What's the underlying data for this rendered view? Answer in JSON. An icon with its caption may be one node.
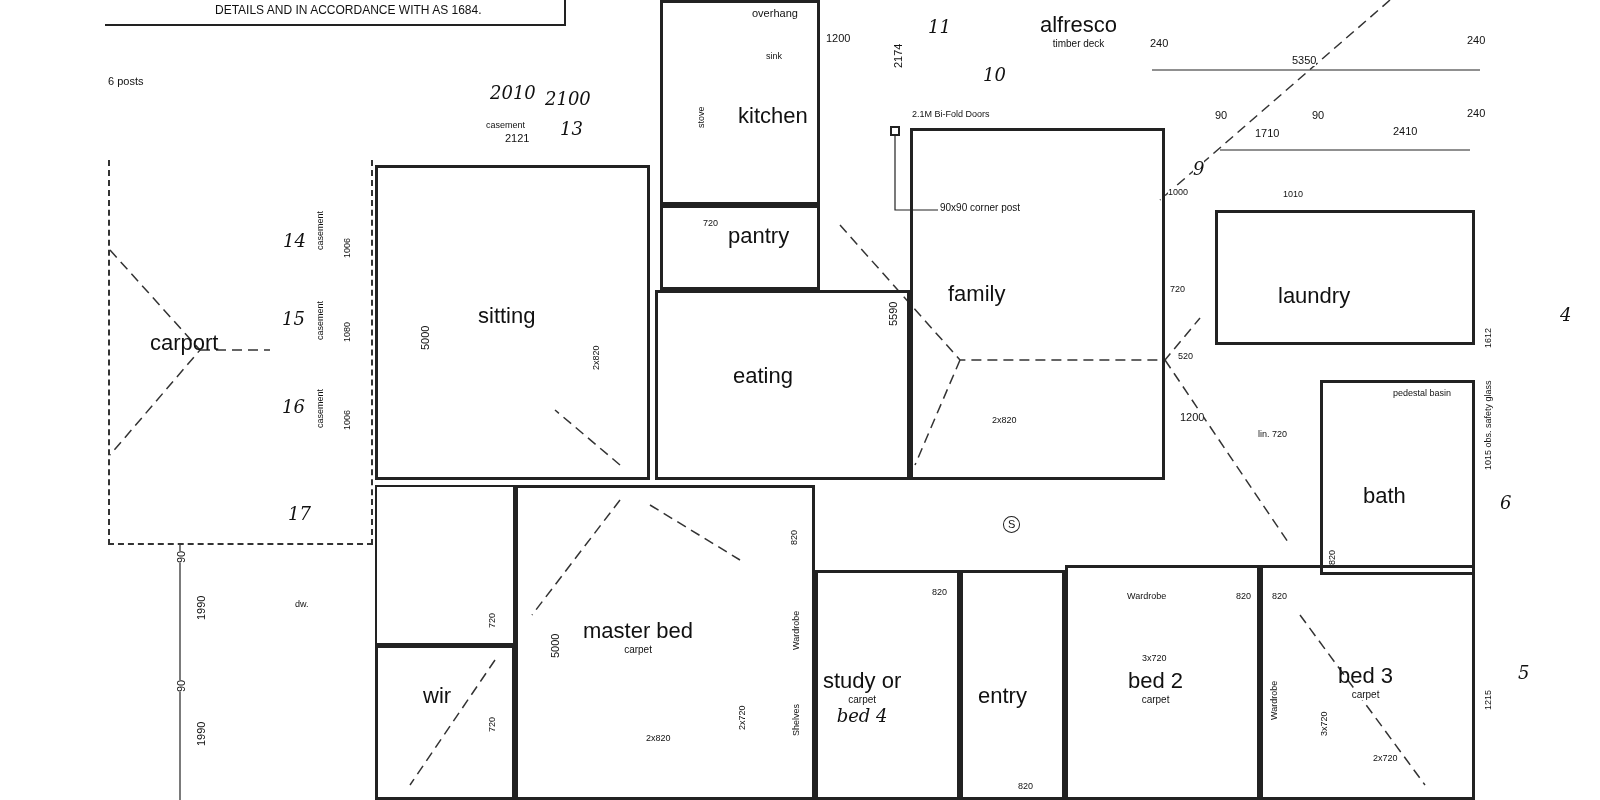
{
  "diagram": {
    "nodes": [
      {
        "text": [
          "carport"
        ]
      },
      {
        "text": [
          "sitting"
        ]
      },
      {
        "text": [
          "kitchen"
        ]
      },
      {
        "text": [
          "pantry"
        ]
      },
      {
        "text": [
          "eating"
        ]
      },
      {
        "text": [
          "alfresco",
          "timber deck"
        ]
      },
      {
        "text": [
          "family"
        ]
      },
      {
        "text": [
          "laundry"
        ]
      },
      {
        "text": [
          "bath"
        ]
      },
      {
        "text": [
          "master bed",
          "carpet"
        ]
      },
      {
        "text": [
          "wir"
        ]
      },
      {
        "text": [
          "study or",
          "carpet",
          "bed 4"
        ]
      },
      {
        "text": [
          "entry"
        ]
      },
      {
        "text": [
          "bed 2",
          "carpet"
        ]
      },
      {
        "text": [
          "bed 3",
          "carpet"
        ]
      },
      {
        "text": [],
        "shape": "box"
      },
      {
        "text": [
          "90x90 corner post"
        ],
        "in": 6
      },
      {
        "text": [],
        "shape": "box"
      }
    ],
    "edges": [
      {
        "from": 16,
        "to": 17,
        "arrow": "none"
      }
    ],
    "labels": [
      "DETAILS AND IN ACCORDANCE WITH AS 1684.",
      "6 posts",
      "2010",
      "2100",
      "casement",
      "2121",
      "13",
      "overhang",
      "sink",
      "stove",
      "1200",
      "2174",
      "11",
      "2.1M Bi-Fold Doors",
      "10",
      "240",
      "5350",
      "240",
      "90",
      "1710",
      "90",
      "2410",
      "240",
      "9",
      "1000",
      "1010",
      "720",
      "14",
      "casement",
      "1006",
      "15",
      "casement",
      "1080",
      "16",
      "casement",
      "1006",
      "5000",
      "2x820",
      "5590",
      "720",
      "520",
      "2x820",
      "1200",
      "lin. 720",
      "1612",
      "4",
      "pedestal basin",
      "1015 obs. safety glass",
      "6",
      "17",
      "90",
      "dw.",
      "1990",
      "90",
      "1990",
      "820",
      "720",
      "5000",
      "720",
      "Wardrobe",
      "2x720",
      "Shelves",
      "2x820",
      "820",
      "Wardrobe",
      "3x720",
      "820",
      "820",
      "Wardrobe",
      "3x720",
      "2x720",
      "1215",
      "5",
      "820",
      "S",
      "820"
    ]
  }
}
